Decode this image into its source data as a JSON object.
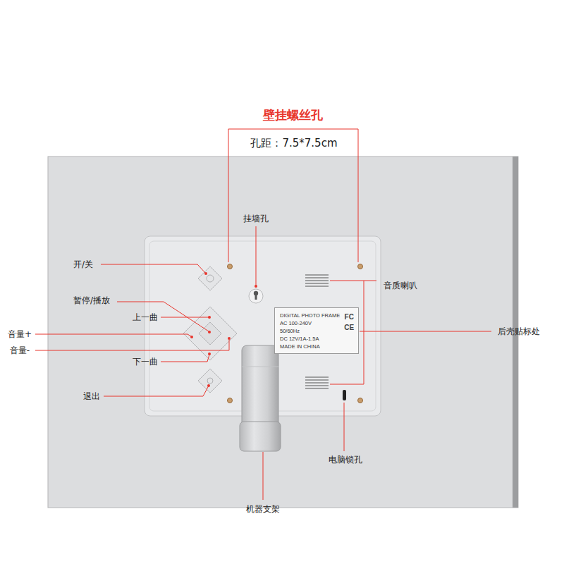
{
  "diagram": {
    "nodes": [
      {
        "text": [
          "DIGITAL PHOTO FRAME",
          "AC 100-240V",
          "50/60Hz",
          "DC 12V/1A-1.5A",
          "MADE IN CHINA",
          "FC",
          "CE"
        ]
      }
    ],
    "labels": [
      "壁挂螺丝孔",
      "孔距：7.5*7.5cm",
      "挂墙孔",
      "开/关",
      "暂停/播放",
      "上一曲",
      "音量+",
      "音量-",
      "下一曲",
      "退出",
      "音质喇叭",
      "后壳贴标处",
      "电脑锁孔",
      "机器支架"
    ]
  }
}
